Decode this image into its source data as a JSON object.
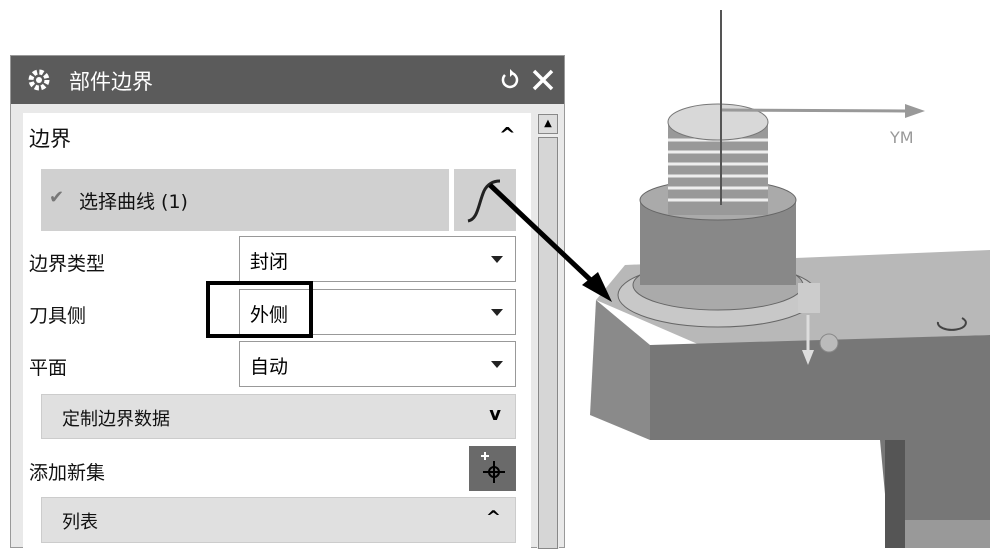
{
  "dialog": {
    "title": "部件边界",
    "reset_icon": "reset-icon",
    "close_icon": "close-icon"
  },
  "section": {
    "title": "边界"
  },
  "select_curve": {
    "label": "选择曲线 (1)"
  },
  "fields": [
    {
      "label": "边界类型",
      "value": "封闭"
    },
    {
      "label": "刀具侧",
      "value": "外侧"
    },
    {
      "label": "平面",
      "value": "自动"
    }
  ],
  "custom_data": {
    "label": "定制边界数据"
  },
  "add_new_set": {
    "label": "添加新集"
  },
  "list": {
    "label": "列表"
  },
  "viewport": {
    "axis_label": "YM"
  }
}
